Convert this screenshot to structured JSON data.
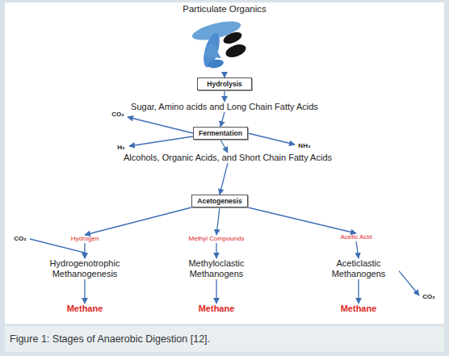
{
  "diagram": {
    "caption": "Figure 1: Stages of Anaerobic Digestion [12].",
    "nodes": [
      {
        "text": [
          "Particulate Organics"
        ]
      },
      {
        "text": [
          "Hydrolysis"
        ]
      },
      {
        "text": [
          "Sugar, Amino acids and Long Chain Fatty Acids"
        ]
      },
      {
        "text": [
          "Fermentation"
        ]
      },
      {
        "text": [
          "CO₂"
        ]
      },
      {
        "text": [
          "H₂"
        ]
      },
      {
        "text": [
          "NH₃"
        ]
      },
      {
        "text": [
          "Alcohols, Organic Acids, and Short Chain Fatty Acids"
        ]
      },
      {
        "text": [
          "Acetogenesis"
        ]
      },
      {
        "text": [
          "CO₂"
        ]
      },
      {
        "text": [
          "Hydrogen"
        ]
      },
      {
        "text": [
          "Methyl Compounds"
        ]
      },
      {
        "text": [
          "Acetic Acid"
        ]
      },
      {
        "text": [
          "Hydrogenotrophic Methanogenesis"
        ]
      },
      {
        "text": [
          "Methyloclastic Methanogens"
        ]
      },
      {
        "text": [
          "Aceticlastic Methanogens"
        ]
      },
      {
        "text": [
          "CO₂"
        ]
      },
      {
        "text": [
          "Methane"
        ]
      },
      {
        "text": [
          "Methane"
        ]
      },
      {
        "text": [
          "Methane"
        ]
      }
    ],
    "edges": [
      {
        "from": 0,
        "to": 1,
        "arrow": "to"
      },
      {
        "from": 1,
        "to": 2,
        "arrow": "to"
      },
      {
        "from": 2,
        "to": 3,
        "arrow": "to"
      },
      {
        "from": 3,
        "to": 4,
        "arrow": "to"
      },
      {
        "from": 3,
        "to": 5,
        "arrow": "to"
      },
      {
        "from": 3,
        "to": 6,
        "arrow": "to"
      },
      {
        "from": 3,
        "to": 7,
        "arrow": "to"
      },
      {
        "from": 7,
        "to": 8,
        "arrow": "to"
      },
      {
        "from": 8,
        "to": 10,
        "arrow": "to"
      },
      {
        "from": 8,
        "to": 11,
        "arrow": "to"
      },
      {
        "from": 8,
        "to": 12,
        "arrow": "to"
      },
      {
        "from": 9,
        "to": 13,
        "arrow": "to"
      },
      {
        "from": 10,
        "to": 13,
        "arrow": "to"
      },
      {
        "from": 11,
        "to": 14,
        "arrow": "to"
      },
      {
        "from": 12,
        "to": 15,
        "arrow": "to"
      },
      {
        "from": 15,
        "to": 16,
        "arrow": "to"
      },
      {
        "from": 13,
        "to": 17,
        "arrow": "to"
      },
      {
        "from": 14,
        "to": 18,
        "arrow": "to"
      },
      {
        "from": 15,
        "to": 19,
        "arrow": "to"
      }
    ]
  }
}
